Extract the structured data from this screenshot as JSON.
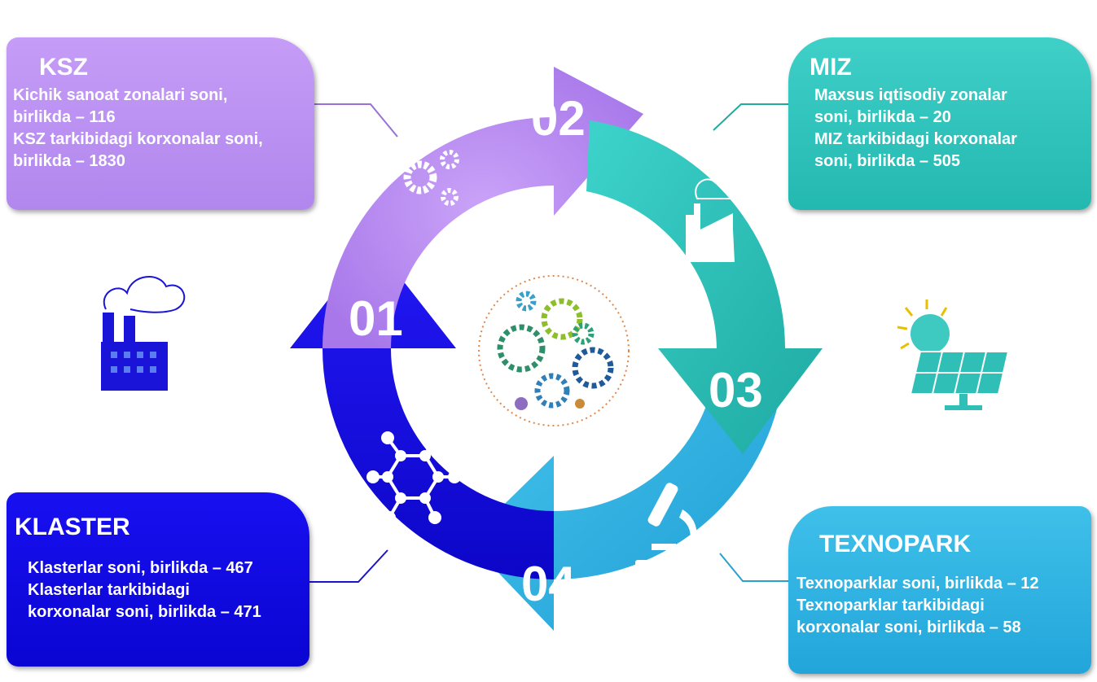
{
  "steps": [
    {
      "number": "01",
      "color": "#1a14e8"
    },
    {
      "number": "02",
      "color": "#b98cf3"
    },
    {
      "number": "03",
      "color": "#2fc3bb"
    },
    {
      "number": "04",
      "color": "#35b2e4"
    }
  ],
  "cards": {
    "ksz": {
      "title": "KSZ",
      "line1": "Kichik sanoat zonalari soni,",
      "line2": "birlikda – 116",
      "line3": "KSZ tarkibidagi korxonalar soni,",
      "line4": "birlikda – 1830"
    },
    "miz": {
      "title": "MIZ",
      "line1": "Maxsus iqtisodiy zonalar",
      "line2": "soni, birlikda – 20",
      "line3": "MIZ tarkibidagi korxonalar",
      "line4": "soni, birlikda  – 505"
    },
    "klaster": {
      "title": "KLASTER",
      "line1": "Klasterlar soni, birlikda – 467",
      "line2": "Klasterlar tarkibidagi",
      "line3": "korxonalar soni, birlikda – 471"
    },
    "texnopark": {
      "title": "TEXNOPARK",
      "line1": "Texnoparklar soni, birlikda – 12",
      "line2": "Texnoparklar tarkibidagi",
      "line3": "korxonalar soni, birlikda – 58"
    }
  },
  "icons": [
    "factory-icon",
    "gears-icon",
    "factory-outline-icon",
    "molecule-icon",
    "microscope-icon",
    "solar-panel-icon",
    "center-gears-icon"
  ]
}
